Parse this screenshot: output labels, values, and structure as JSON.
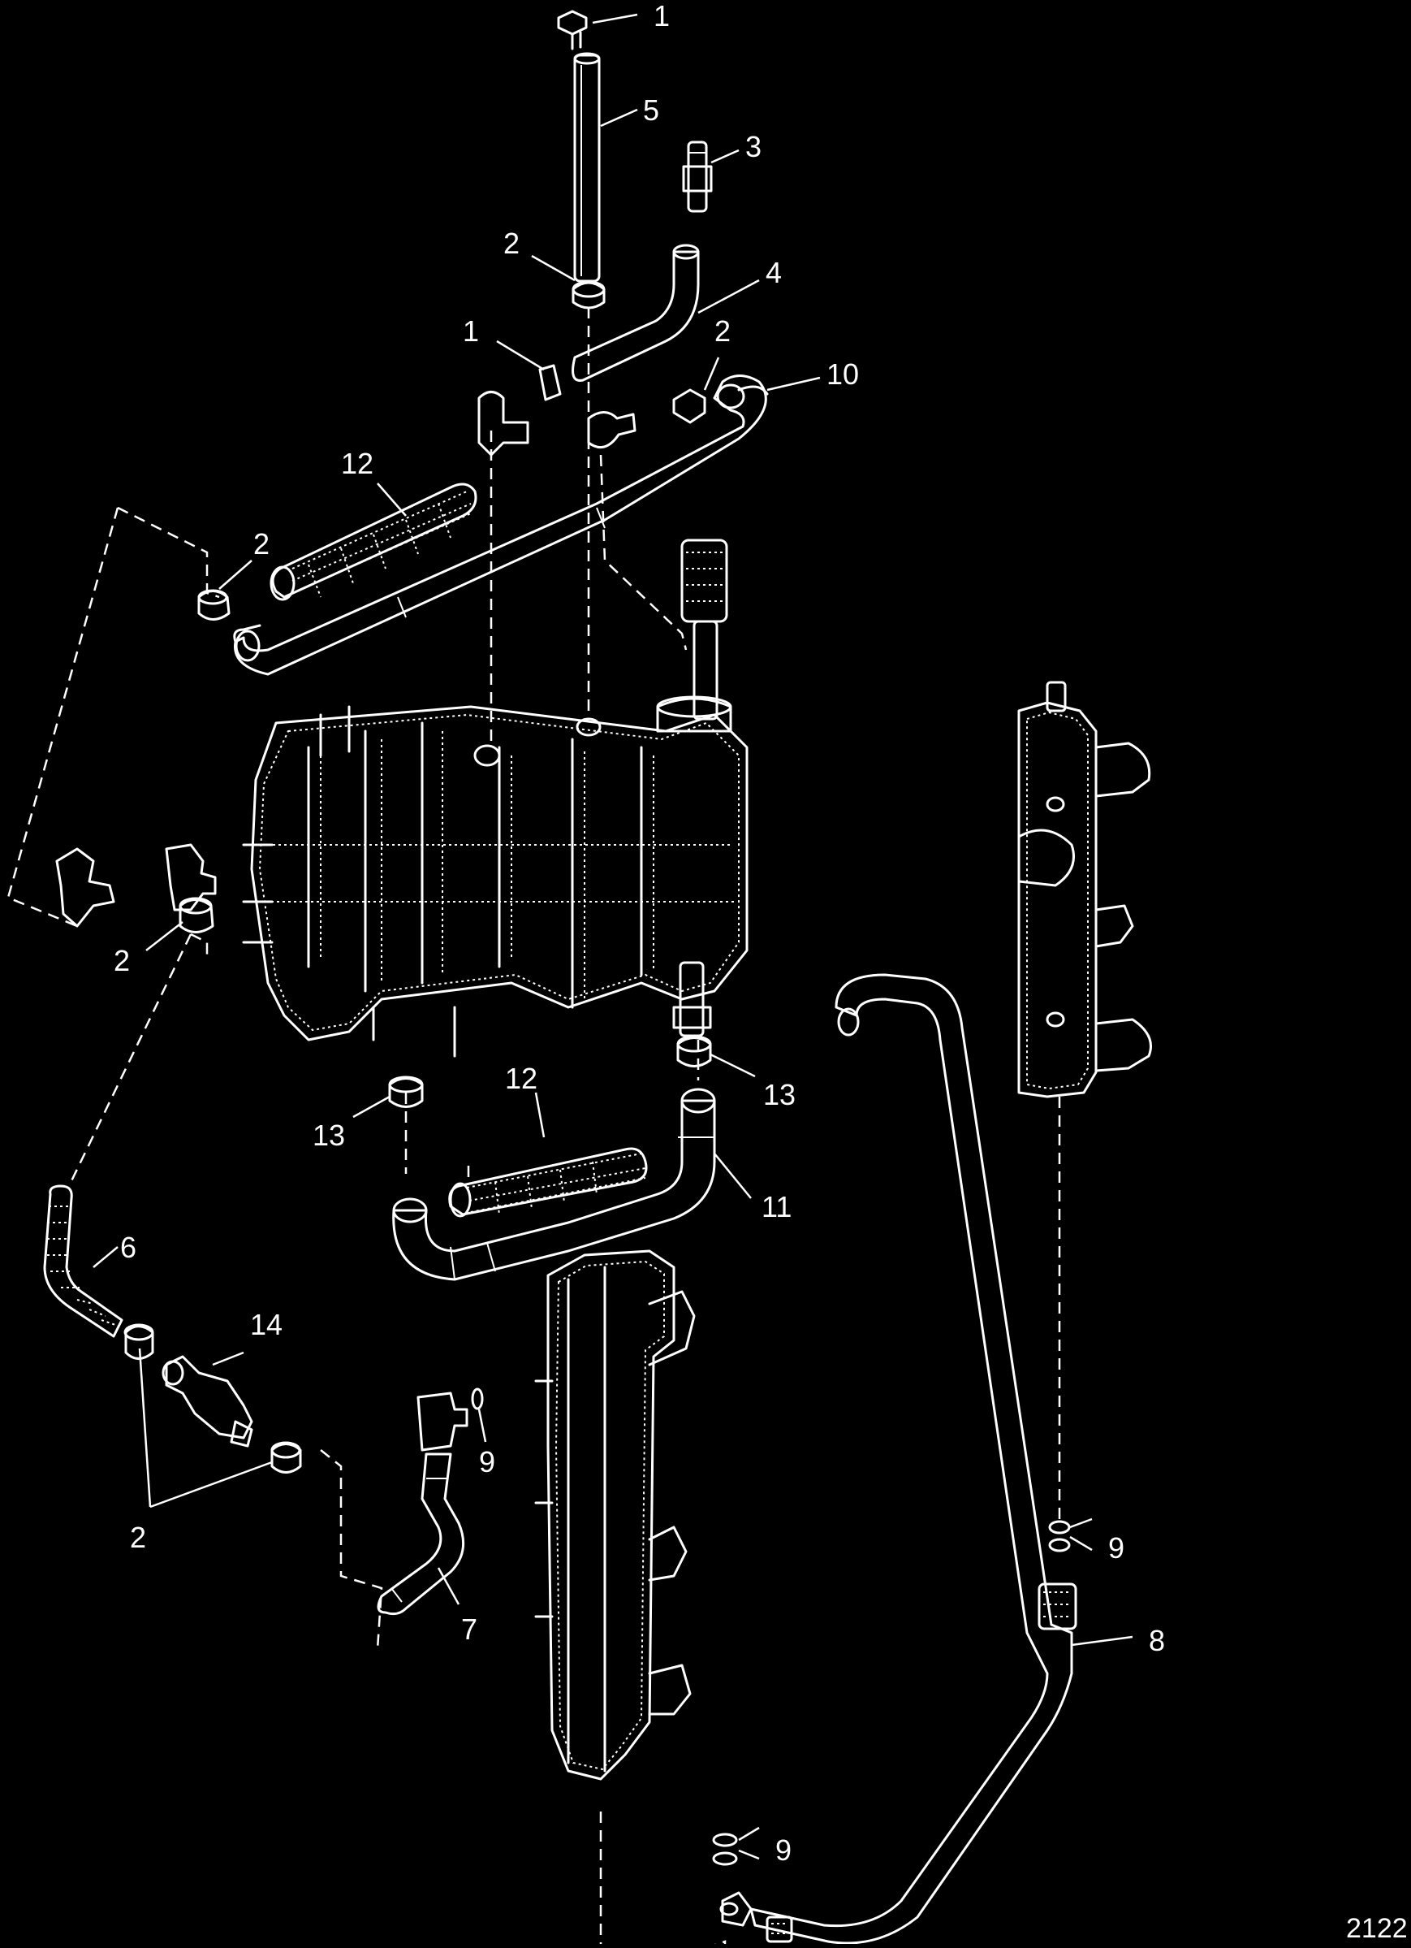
{
  "diagram": {
    "figure_number": "2122",
    "callouts": [
      {
        "id": "c1a",
        "label": "1"
      },
      {
        "id": "c5",
        "label": "5"
      },
      {
        "id": "c3",
        "label": "3"
      },
      {
        "id": "c2a",
        "label": "2"
      },
      {
        "id": "c4",
        "label": "4"
      },
      {
        "id": "c1b",
        "label": "1"
      },
      {
        "id": "c2b",
        "label": "2"
      },
      {
        "id": "c10",
        "label": "10"
      },
      {
        "id": "c12a",
        "label": "12"
      },
      {
        "id": "c2c",
        "label": "2"
      },
      {
        "id": "c2d",
        "label": "2"
      },
      {
        "id": "c12b",
        "label": "12"
      },
      {
        "id": "c13a",
        "label": "13"
      },
      {
        "id": "c13b",
        "label": "13"
      },
      {
        "id": "c11",
        "label": "11"
      },
      {
        "id": "c6",
        "label": "6"
      },
      {
        "id": "c14",
        "label": "14"
      },
      {
        "id": "c9a",
        "label": "9"
      },
      {
        "id": "c2e",
        "label": "2"
      },
      {
        "id": "c7",
        "label": "7"
      },
      {
        "id": "c9b",
        "label": "9"
      },
      {
        "id": "c8",
        "label": "8"
      },
      {
        "id": "c9c",
        "label": "9"
      }
    ]
  }
}
